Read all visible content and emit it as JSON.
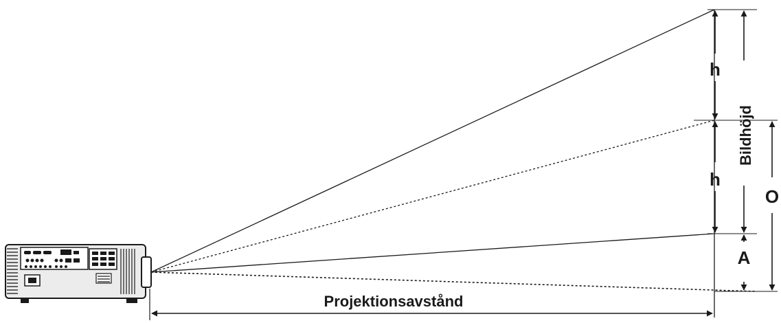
{
  "labels": {
    "h_upper": "h",
    "h_lower": "h",
    "image_height": "Bildhöjd",
    "offset_o": "O",
    "offset_a": "A",
    "projection_distance": "Projektionsavstånd"
  },
  "icons": {
    "projector": "projector-icon"
  },
  "colors": {
    "line": "#1a1a1a",
    "projector_body": "#ececec"
  }
}
